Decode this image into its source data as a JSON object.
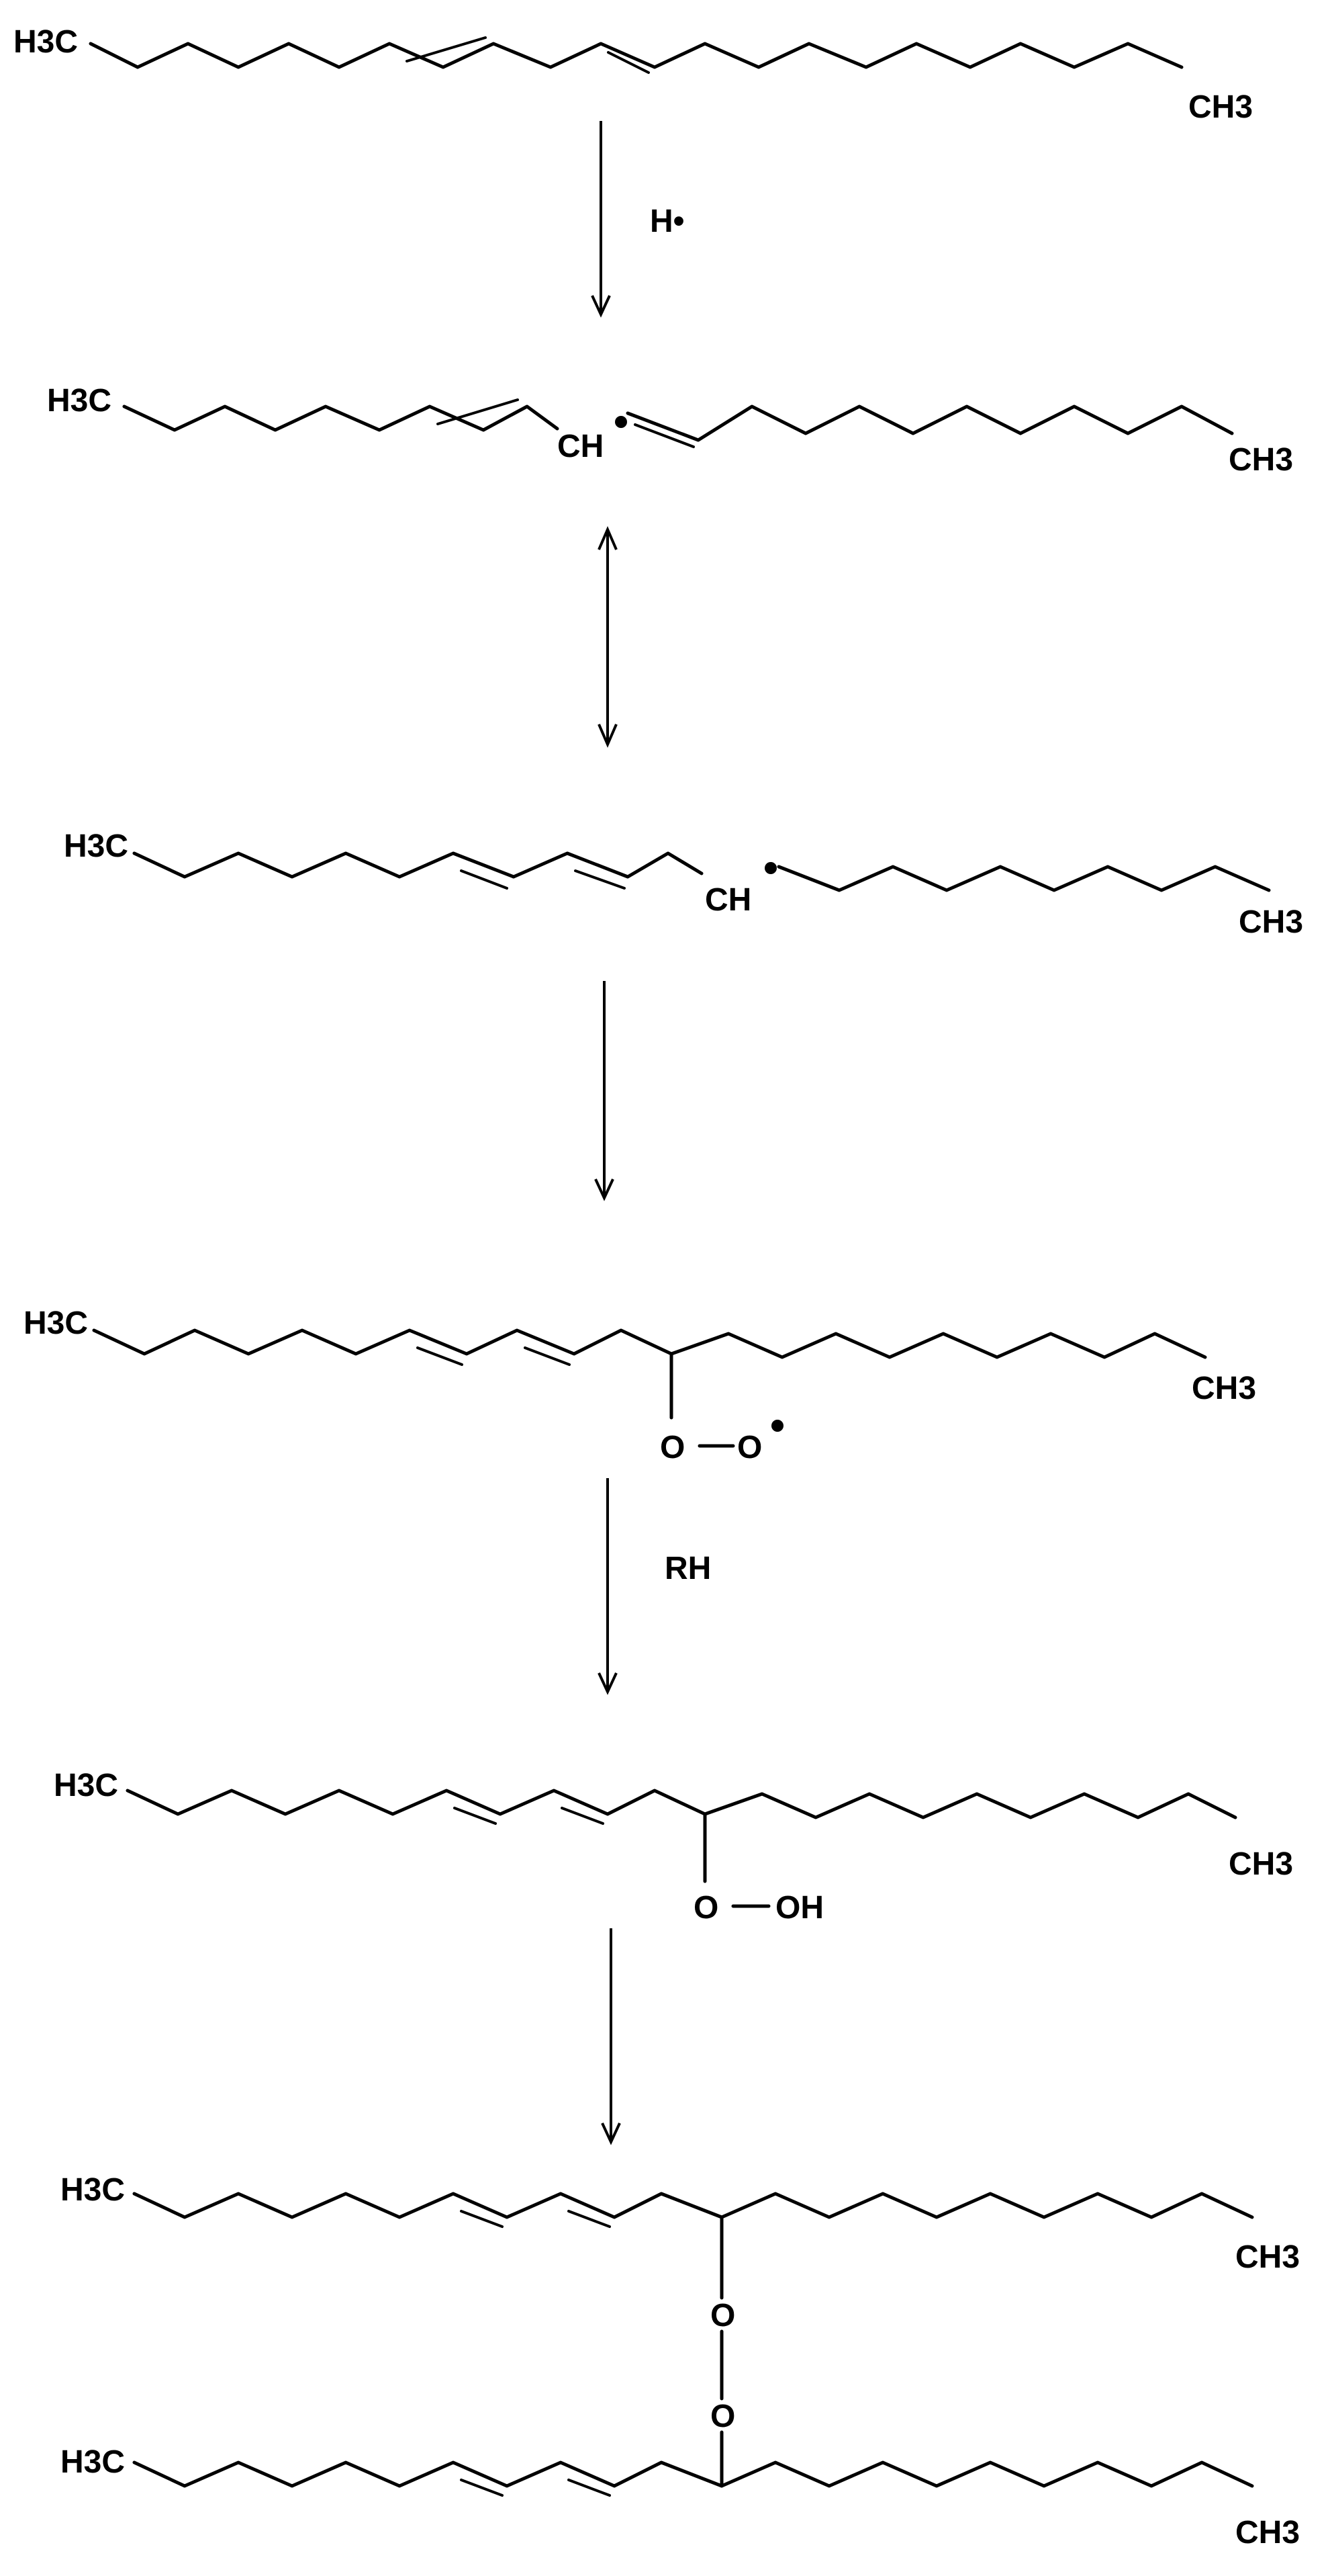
{
  "diagram": {
    "type": "reaction-scheme",
    "steps": [
      {
        "id": "linoleic-acid",
        "labels": {
          "left_end": "H3C",
          "right_end": "CH3"
        }
      },
      {
        "id": "pentadienyl-radical",
        "arrow_in": {
          "kind": "forward",
          "reagent": "H•"
        },
        "labels": {
          "left_end": "H3C",
          "center": "CH",
          "right_end": "CH3"
        },
        "radical": true
      },
      {
        "id": "conjugated-radical",
        "arrow_in": {
          "kind": "resonance",
          "reagent": ""
        },
        "labels": {
          "left_end": "H3C",
          "center": "CH",
          "right_end": "CH3"
        },
        "radical": true
      },
      {
        "id": "peroxyl-radical",
        "arrow_in": {
          "kind": "forward",
          "reagent": ""
        },
        "labels": {
          "left_end": "H3C",
          "right_end": "CH3",
          "o1": "O",
          "o2": "O"
        },
        "radical": true
      },
      {
        "id": "hydroperoxide",
        "arrow_in": {
          "kind": "forward",
          "reagent": "RH"
        },
        "labels": {
          "left_end": "H3C",
          "right_end": "CH3",
          "o1": "O",
          "oh": "OH"
        }
      },
      {
        "id": "peroxide-dimer",
        "arrow_in": {
          "kind": "forward",
          "reagent": ""
        },
        "labels": {
          "upper_left_end": "H3C",
          "upper_right_end": "CH3",
          "o1": "O",
          "o2": "O",
          "lower_left_end": "H3C",
          "lower_right_end": "CH3"
        }
      }
    ]
  }
}
